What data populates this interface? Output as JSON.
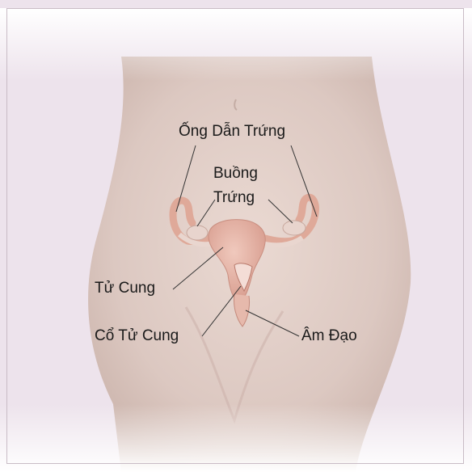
{
  "labels": {
    "fallopian_tube": "Ống Dẫn Trứng",
    "ovary_line1": "Buồng",
    "ovary_line2": "Trứng",
    "uterus": "Tử Cung",
    "cervix": "Cổ Tử Cung",
    "vagina": "Âm Đạo"
  },
  "colors": {
    "background": "#ede3ec",
    "skin": "#e3d2cb",
    "organ": "#e3b3a5",
    "leader_line": "#333333"
  }
}
